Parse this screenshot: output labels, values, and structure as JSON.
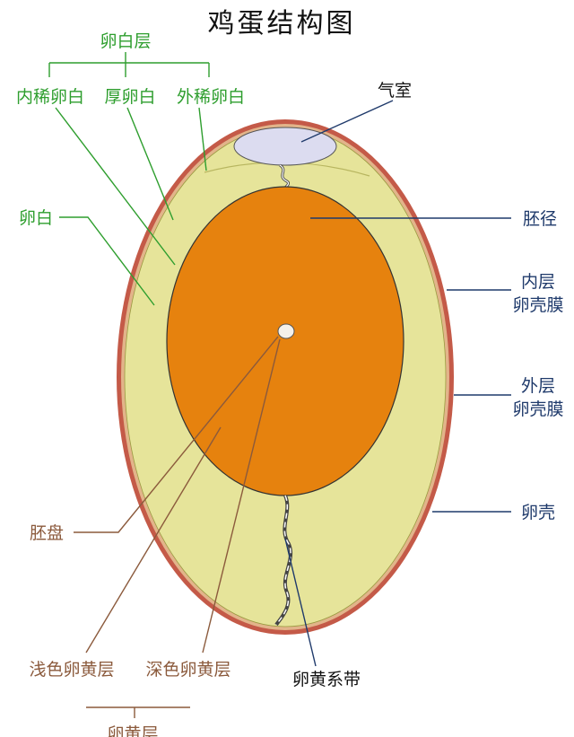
{
  "diagram": {
    "title": "鸡蛋结构图",
    "colors": {
      "white": "#e6e49a",
      "yolk": "#e6820e",
      "shell": "#c45a48",
      "membrane": "#e2b48a",
      "air_cell": "#dcdcf0",
      "green": "#2e9e2e",
      "navy": "#1f3a6b",
      "brown": "#8b5a3c"
    },
    "labels": {
      "egg_white_group": "卵白层",
      "inner_thin_white": "内稀卵白",
      "thick_white": "厚卵白",
      "outer_thin_white": "外稀卵白",
      "egg_white": "卵白",
      "air_cell": "气室",
      "germinal_path": "胚径",
      "inner_membrane_line1": "内层",
      "inner_membrane_line2": "卵壳膜",
      "outer_membrane_line1": "外层",
      "outer_membrane_line2": "卵壳膜",
      "shell": "卵壳",
      "germinal_disc": "胚盘",
      "light_yolk": "浅色卵黄层",
      "dark_yolk": "深色卵黄层",
      "chalaza": "卵黄系带",
      "yolk_group": "卵黄层"
    }
  }
}
